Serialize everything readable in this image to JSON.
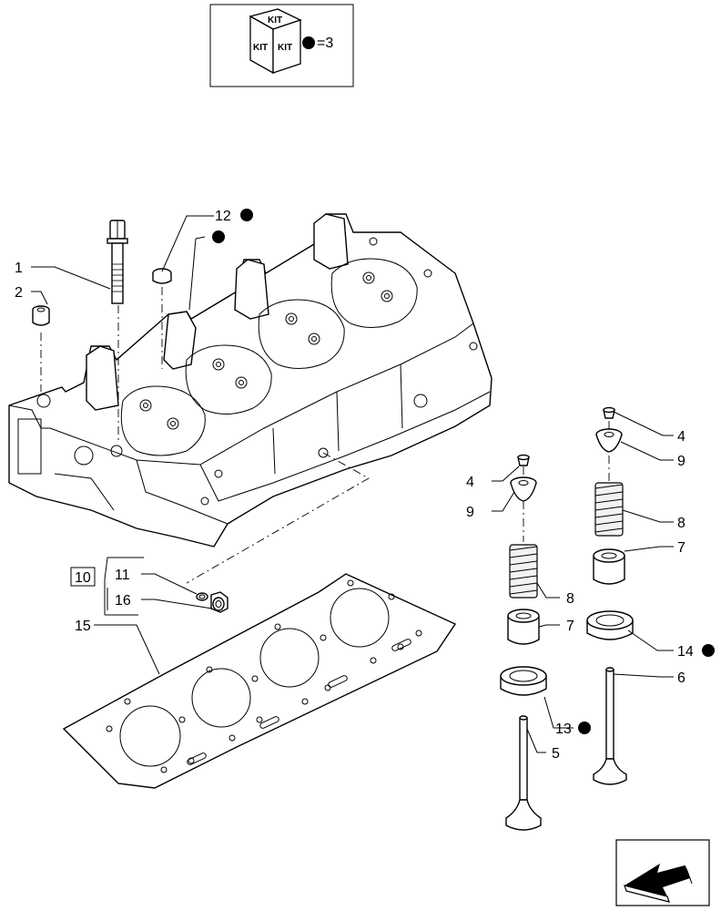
{
  "kit_legend": {
    "kit_words": [
      "KIT",
      "KIT",
      "KIT"
    ],
    "equals_text": "=3"
  },
  "callouts": {
    "c1": "1",
    "c2": "2",
    "c4a": "4",
    "c4b": "4",
    "c5": "5",
    "c6": "6",
    "c7a": "7",
    "c7b": "7",
    "c8a": "8",
    "c8b": "8",
    "c9a": "9",
    "c9b": "9",
    "c10": "10",
    "c11": "11",
    "c12": "12",
    "c13": "13",
    "c14": "14",
    "c15": "15",
    "c16": "16"
  },
  "icons": {
    "kit_box": "kit-cube-icon",
    "kit_marker": "filled-circle-icon",
    "nav": "next-page-arrow-icon"
  },
  "colors": {
    "line": "#000000",
    "background": "#ffffff",
    "shade": "#f2f2f2"
  }
}
